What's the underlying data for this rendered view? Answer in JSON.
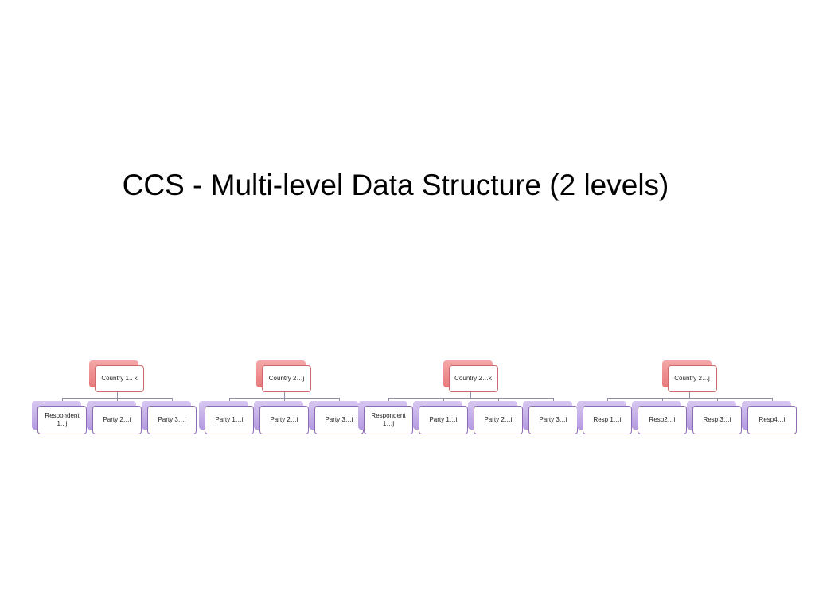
{
  "slide": {
    "title": "CCS - Multi-level Data Structure (2 levels)"
  },
  "colors": {
    "root_border": "#cf6a6e",
    "root_fill": "#e8787b",
    "child_border": "#8e6ab2",
    "child_fill": "#b49ae0",
    "connector": "#8f8fa8"
  },
  "trees": [
    {
      "root": "Country 1.. k",
      "children": [
        "Respondent 1.. j",
        "Party 2…i",
        "Party 3…i"
      ]
    },
    {
      "root": "Country  2…j",
      "children": [
        "Party 1…i",
        "Party 2…i",
        "Party 3…i"
      ]
    },
    {
      "root": "Country 2…k",
      "children": [
        "Respondent 1…j",
        "Party 1…i",
        "Party 2…i",
        "Party 3…i"
      ]
    },
    {
      "root": "Country  2…j",
      "children": [
        "Resp 1…i",
        "Resp2…i",
        "Resp 3…i",
        "Resp4…i"
      ]
    }
  ]
}
